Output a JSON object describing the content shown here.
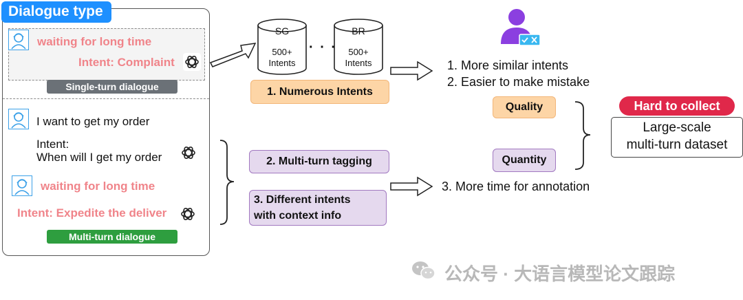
{
  "panel": {
    "title": "Dialogue type",
    "single_turn": {
      "utterance": "waiting for long time",
      "intent": "Intent: Complaint",
      "tag": "Single-turn dialogue"
    },
    "multi_turn": {
      "utterance1": "I want to get my order",
      "intent1_line1": "Intent:",
      "intent1_line2": "When will I get my order",
      "utterance2": "waiting for long time",
      "intent2": "Intent: Expedite the deliver",
      "tag": "Multi-turn dialogue"
    }
  },
  "databases": [
    {
      "name": "SG",
      "line1": "500+",
      "line2": "Intents"
    },
    {
      "name": "BR",
      "line1": "500+",
      "line2": "Intents"
    }
  ],
  "dots": "· · ·",
  "challenges": {
    "numerous": "1. Numerous Intents",
    "multi_turn_tagging": "2. Multi-turn tagging",
    "context_line1": "3. Different intents",
    "context_line2": "with context info"
  },
  "consequences": {
    "c1": "1. More similar intents",
    "c2": "2. Easier to make mistake",
    "c3": "3. More time for annotation"
  },
  "quality": "Quality",
  "quantity": "Quantity",
  "hard": "Hard to collect",
  "dataset_line1": "Large-scale",
  "dataset_line2": "multi-turn dataset",
  "watermark": "公众号 · 大语言模型论文跟踪",
  "colors": {
    "accent_blue": "#1e90ff",
    "single_tag": "#6b7177",
    "multi_tag": "#2e9e3f",
    "pink_text": "#f0848a",
    "orange_box": "#fdd5a6",
    "purple_box": "#e5d9ee",
    "hard_red": "#e0284a"
  }
}
